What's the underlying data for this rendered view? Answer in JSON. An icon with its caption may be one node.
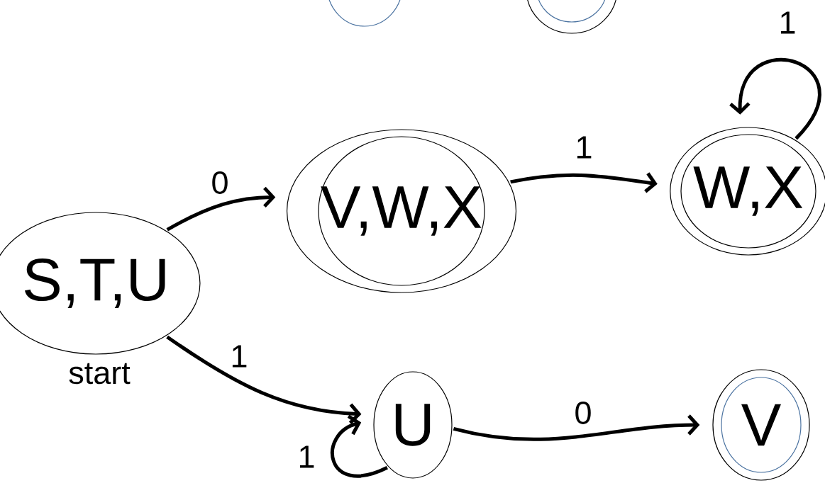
{
  "diagram": {
    "nodes": [
      {
        "text": [
          "S,T,U"
        ],
        "beside": [
          "start"
        ]
      },
      {
        "text": [
          "V,W,X"
        ]
      },
      {
        "text": [
          "W,X"
        ]
      },
      {
        "text": [
          "U"
        ]
      },
      {
        "text": [
          "V"
        ]
      },
      {
        "text": [],
        "shape": "circle"
      },
      {
        "text": [],
        "shape": "circle"
      }
    ],
    "edges": [
      {
        "from": 0,
        "to": 1,
        "arrow": "to",
        "label": "0"
      },
      {
        "from": 1,
        "to": 2,
        "arrow": "to",
        "label": "1"
      },
      {
        "from": 2,
        "to": 2,
        "arrow": "to",
        "label": "1"
      },
      {
        "from": 0,
        "to": 3,
        "arrow": "to",
        "label": "1"
      },
      {
        "from": 3,
        "to": 3,
        "arrow": "to",
        "label": "1"
      },
      {
        "from": 3,
        "to": 4,
        "arrow": "to",
        "label": "0"
      }
    ]
  }
}
